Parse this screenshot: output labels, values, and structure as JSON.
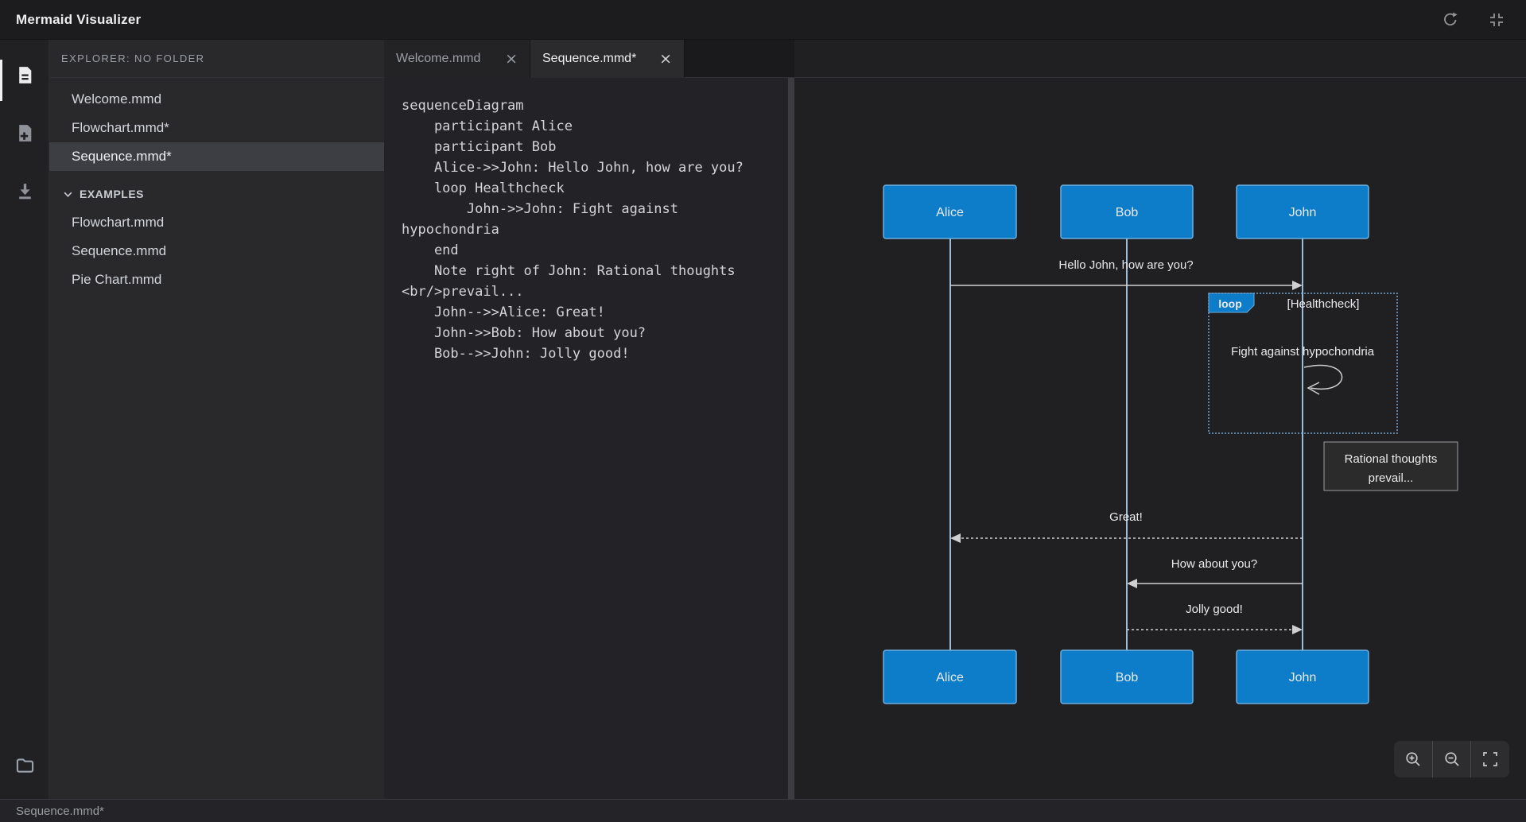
{
  "titlebar": {
    "title": "Mermaid Visualizer"
  },
  "explorer": {
    "header": "EXPLORER: NO FOLDER",
    "files": [
      {
        "label": "Welcome.mmd",
        "selected": false
      },
      {
        "label": "Flowchart.mmd*",
        "selected": false
      },
      {
        "label": "Sequence.mmd*",
        "selected": true
      }
    ],
    "examples": {
      "label": "EXAMPLES",
      "items": [
        "Flowchart.mmd",
        "Sequence.mmd",
        "Pie Chart.mmd"
      ]
    }
  },
  "tabs": [
    {
      "label": "Welcome.mmd",
      "active": false
    },
    {
      "label": "Sequence.mmd*",
      "active": true
    }
  ],
  "editor": {
    "lines": [
      "sequenceDiagram",
      "    participant Alice",
      "    participant Bob",
      "    Alice->>John: Hello John, how are you?",
      "    loop Healthcheck",
      "        John->>John: Fight against",
      "hypochondria",
      "    end",
      "    Note right of John: Rational thoughts",
      "<br/>prevail...",
      "    John-->>Alice: Great!",
      "    John->>Bob: How about you?",
      "    Bob-->>John: Jolly good!"
    ]
  },
  "diagram": {
    "type": "mermaid-sequence",
    "actors": [
      "Alice",
      "Bob",
      "John"
    ],
    "messages": {
      "hello": "Hello John, how are you?",
      "loop_label": "loop",
      "loop_condition": "[Healthcheck]",
      "self_message": "Fight against hypochondria",
      "note_line1": "Rational thoughts",
      "note_line2": "prevail...",
      "great": "Great!",
      "how_about": "How about you?",
      "jolly": "Jolly good!"
    },
    "colors": {
      "actor_fill": "#0d7cc9",
      "actor_border": "#70aedd",
      "lifeline": "#9fbcd6",
      "arrow": "#cfcfcf",
      "loop_border": "#6fa8d8",
      "note_fill": "#2b2b2b",
      "note_border": "#9c9c9c"
    }
  },
  "statusbar": {
    "text": "Sequence.mmd*"
  },
  "icons": {
    "titlebar": [
      "refresh-icon",
      "collapse-icon"
    ],
    "activitybar": [
      "document-icon",
      "new-file-icon",
      "download-icon",
      "folder-icon"
    ],
    "zoom": [
      "zoom-in-icon",
      "zoom-out-icon",
      "fit-screen-icon"
    ]
  }
}
